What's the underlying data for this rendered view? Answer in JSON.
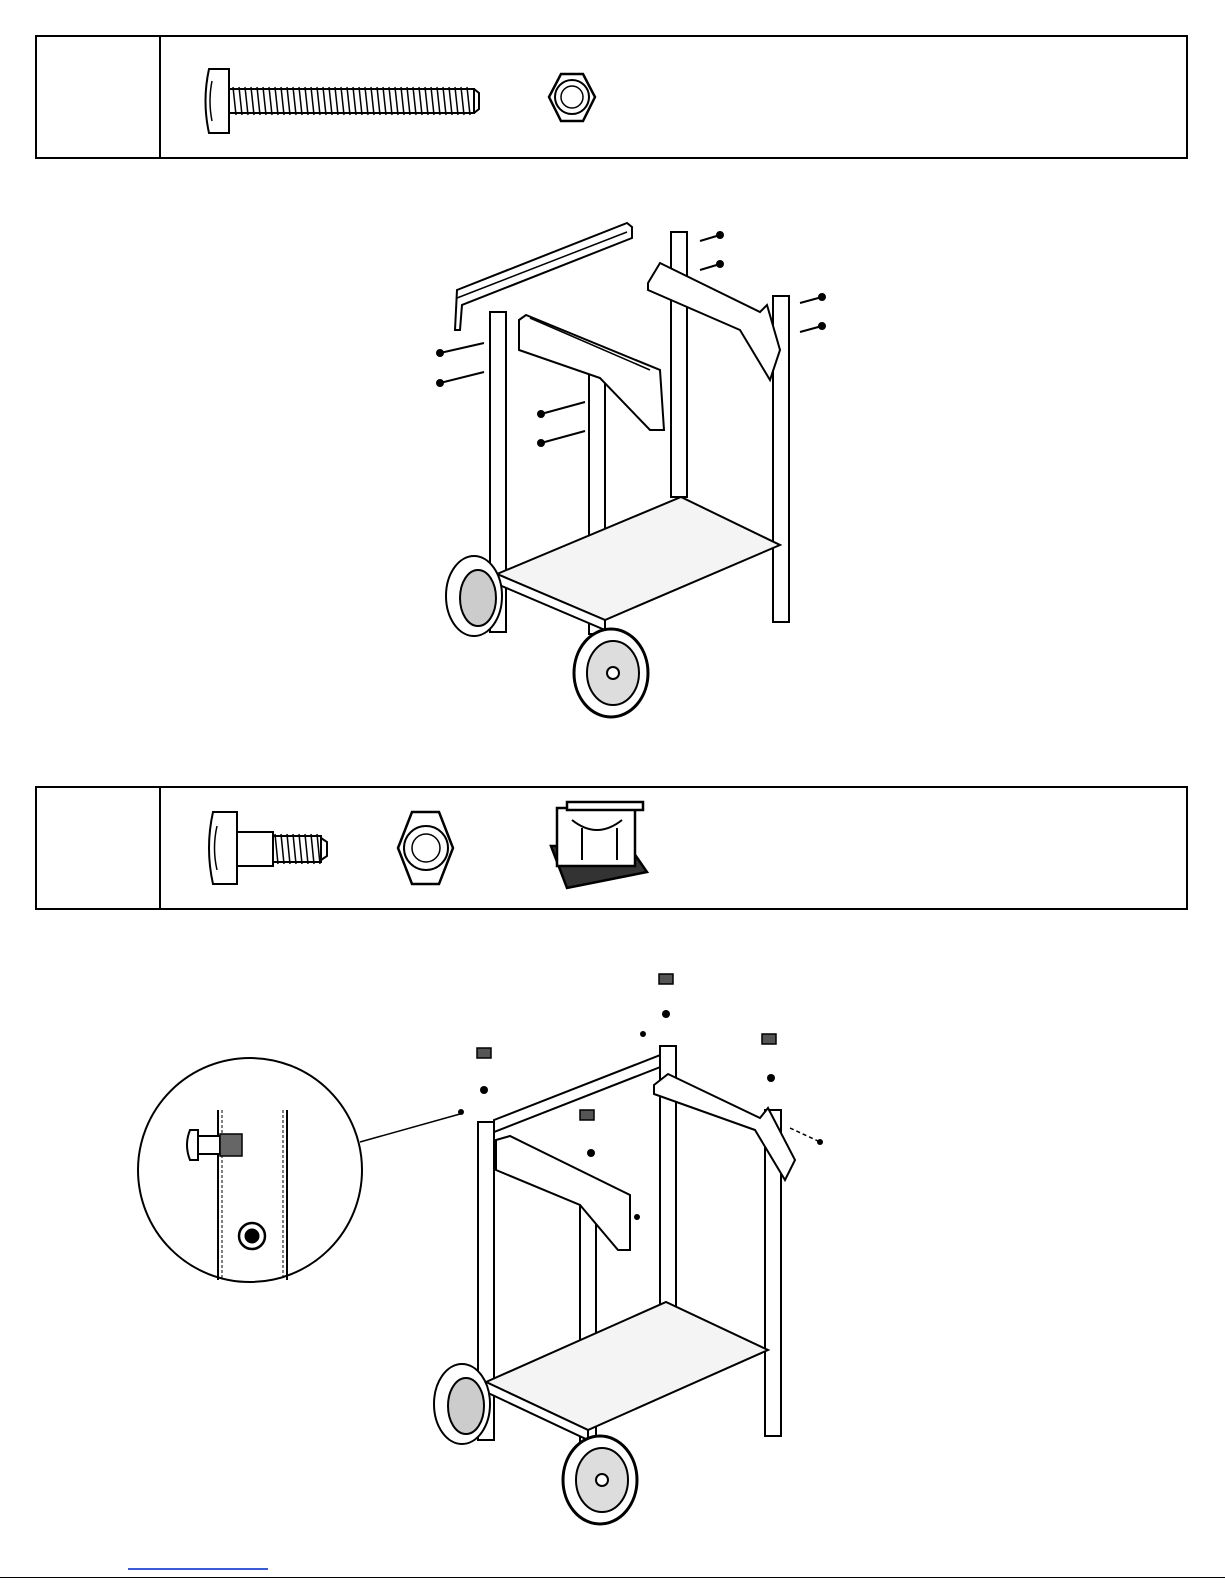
{
  "hardware_panels": [
    {
      "step_label": "",
      "items": [
        "long-bolt-icon",
        "hex-nut-icon"
      ]
    },
    {
      "step_label": "",
      "items": [
        "short-bolt-icon",
        "hex-nut-icon",
        "leg-cap-icon"
      ]
    }
  ],
  "figures": [
    "cart-frame-with-brackets",
    "cart-frame-with-leg-caps",
    "bolt-detail-callout"
  ],
  "footer": {
    "link_text": ""
  }
}
